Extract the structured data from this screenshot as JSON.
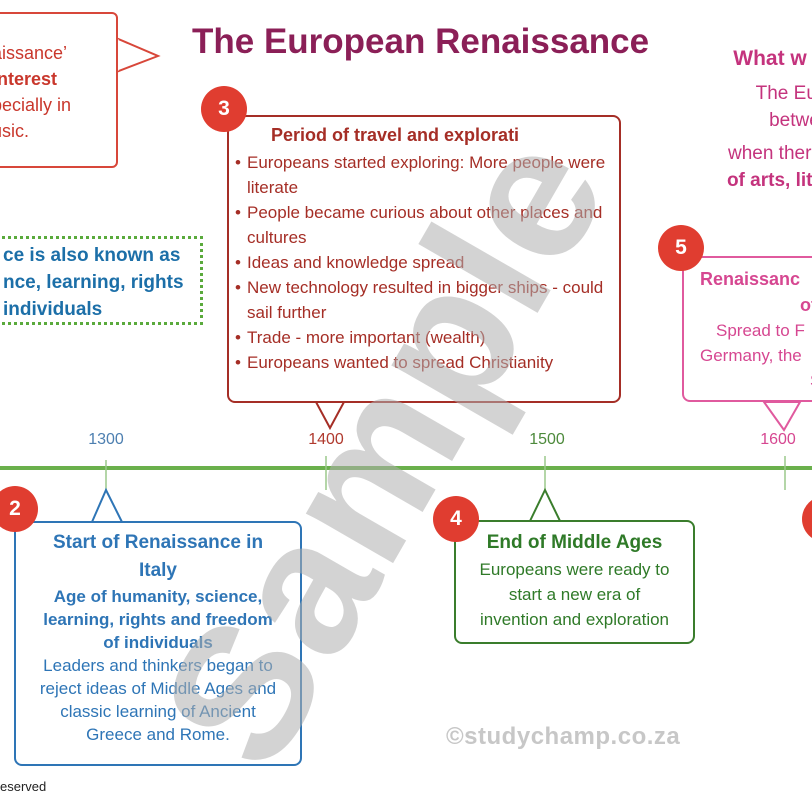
{
  "title": "The European Renaissance",
  "top_left": {
    "line1": "aissance’",
    "line2": "interest",
    "line3": "pecially in",
    "line4": "usic."
  },
  "green_box": {
    "line1": "ce is also known as",
    "line2": "nce, learning, rights",
    "line3": "individuals"
  },
  "box3": {
    "number": "3",
    "heading": "Period of travel and explorati",
    "items": [
      "Europeans started exploring: More people were literate",
      "People became curious about other places and cultures",
      "Ideas and knowledge spread",
      "New technology resulted in bigger ships - could sail further",
      "Trade - more important (wealth)",
      "Europeans wanted to spread Christianity"
    ]
  },
  "top_right": {
    "heading": "What w",
    "line1": "The Europ",
    "line2": "between",
    "line3": "when there",
    "line4": "of arts, lite"
  },
  "box5": {
    "number": "5",
    "heading1": "Renaissanc",
    "heading2": "of",
    "line1": "Spread to F",
    "line2": "Germany, the",
    "line3": "S"
  },
  "timeline": {
    "ticks": [
      "1300",
      "1400",
      "1500",
      "1600"
    ]
  },
  "box2": {
    "number": "2",
    "heading1": "Start of Renaissance in",
    "heading2": "Italy",
    "sub1": "Age of humanity, science,",
    "sub2": "learning, rights and freedom",
    "sub3": "of individuals",
    "t1": "Leaders and thinkers began to",
    "t2": "reject ideas of Middle Ages and",
    "t3": "classic learning of Ancient",
    "t4": "Greece and Rome."
  },
  "box4": {
    "number": "4",
    "heading": "End of Middle Ages",
    "t1": "Europeans were ready to",
    "t2": "start a new era of",
    "t3": "invention and exploration"
  },
  "watermark": "Sample",
  "site": "©studychamp.co.za",
  "footer": "eserved",
  "colors": {
    "title": "#8b1f57",
    "timeline": "#6ab04c",
    "badge": "#e03d30",
    "box2": "#2e75b6",
    "box3": "#a52e26",
    "box4": "#3a7d2c",
    "box5": "#e05a9e"
  }
}
